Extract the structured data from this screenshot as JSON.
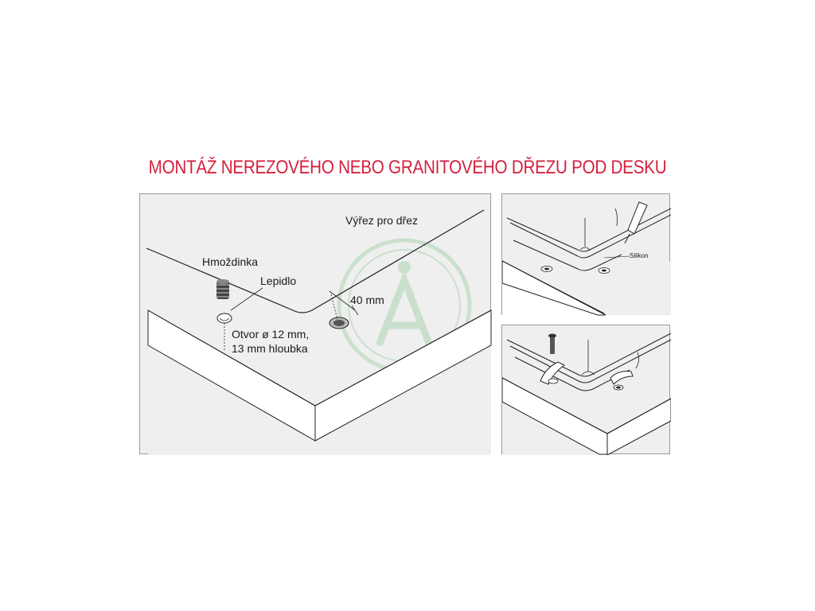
{
  "title": "MONTÁŽ NEREZOVÉHO NEBO GRANITOVÉHO DŘEZU POD DESKU",
  "main_panel": {
    "cutout_label": "Výřez pro dřez",
    "anchor_label": "Hmoždinka",
    "glue_label": "Lepidlo",
    "distance_label": "40 mm",
    "hole_label_line1": "Otvor ø 12 mm,",
    "hole_label_line2": "13 mm hloubka"
  },
  "top_panel": {
    "silicone_label": "Silikon"
  },
  "colors": {
    "title": "#d4213d",
    "panel_bg": "#efefef",
    "watermark": "#9fd0a4"
  }
}
